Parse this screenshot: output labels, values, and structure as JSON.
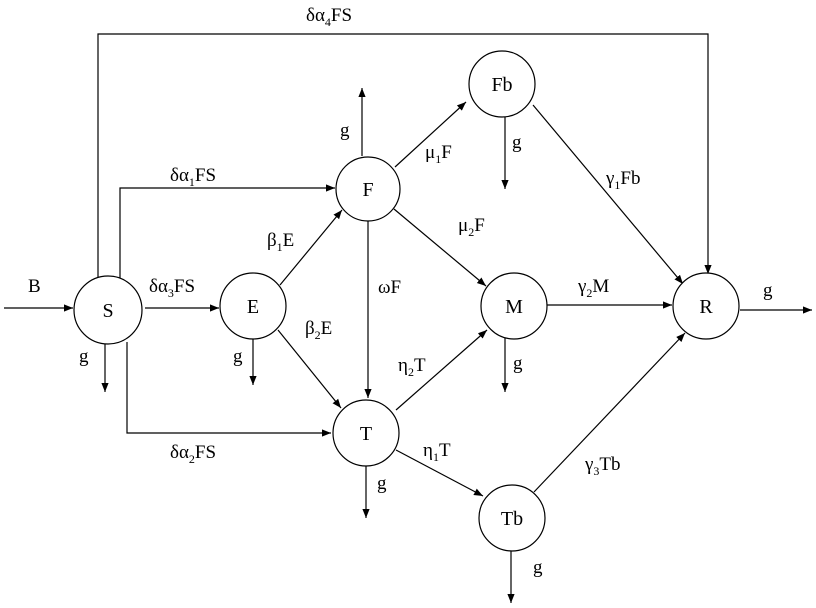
{
  "nodes": {
    "S": "S",
    "E": "E",
    "F": "F",
    "T": "T",
    "Fb": "Fb",
    "M": "M",
    "Tb": "Tb",
    "R": "R"
  },
  "edge_labels": {
    "B": [
      "B"
    ],
    "delta_alpha4_FS": [
      "δα",
      "4",
      "FS"
    ],
    "delta_alpha1_FS": [
      "δα",
      "1",
      "FS"
    ],
    "delta_alpha3_FS": [
      "δα",
      "3",
      "FS"
    ],
    "delta_alpha2_FS": [
      "δα",
      "2",
      "FS"
    ],
    "beta1_E": [
      "β",
      "1",
      "E"
    ],
    "beta2_E": [
      "β",
      "2",
      "E"
    ],
    "mu1_F": [
      "μ",
      "1",
      "F"
    ],
    "mu2_F": [
      "μ",
      "2",
      "F"
    ],
    "omega_F": [
      "ωF"
    ],
    "eta2_T": [
      "η",
      "2",
      "T"
    ],
    "eta1_T": [
      "η",
      "1",
      "T"
    ],
    "gamma1_Fb": [
      "γ",
      "1",
      "Fb"
    ],
    "gamma2_M": [
      "γ",
      "2",
      "M"
    ],
    "gamma3_Tb": [
      "γ",
      "3",
      "Tb"
    ]
  },
  "outflow_label": "g"
}
